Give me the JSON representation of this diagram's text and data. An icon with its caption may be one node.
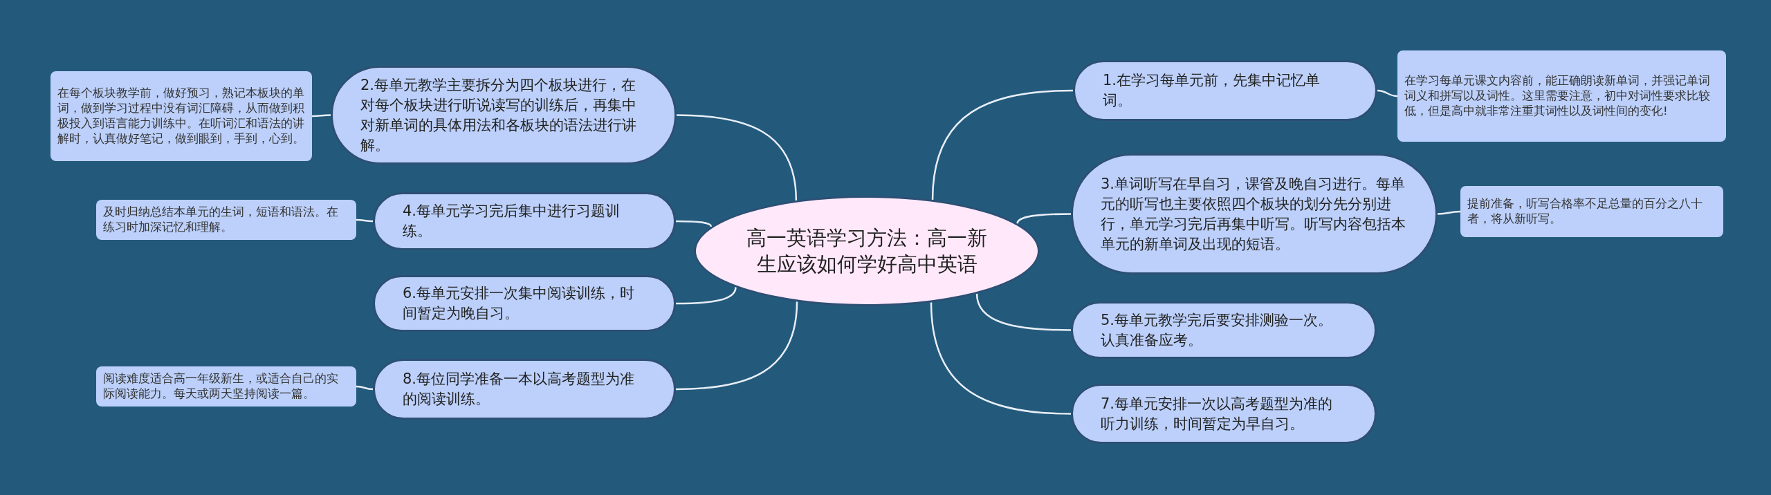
{
  "diagram": {
    "nodes": [
      {
        "text": [
          "高一英语学习方法：高一新生应该如何学好高中英语"
        ]
      },
      {
        "text": [
          "1.在学习每单元前，先集中记忆单词。"
        ]
      },
      {
        "text": [
          "在学习每单元课文内容前，能正确朗读新单词，并强记单词词义和拼写以及词性。这里需要注意，初中对词性要求比较低，但是高中就非常注重其词性以及词性间的变化!"
        ]
      },
      {
        "text": [
          "2.每单元教学主要拆分为四个板块进行，在对每个板块进行听说读写的训练后，再集中对新单词的具体用法和各板块的语法进行讲解。"
        ]
      },
      {
        "text": [
          "在每个板块教学前，做好预习，熟记本板块的单词，做到学习过程中没有词汇障碍，从而做到积极投入到语言能力训练中。在听词汇和语法的讲解时，认真做好笔记，做到眼到，手到，心到。"
        ]
      },
      {
        "text": [
          "3.单词听写在早自习，课管及晚自习进行。每单元的听写也主要依照四个板块的划分先分别进行，单元学习完后再集中听写。听写内容包括本单元的新单词及出现的短语。"
        ]
      },
      {
        "text": [
          "提前准备，听写合格率不足总量的百分之八十者，将从新听写。"
        ]
      },
      {
        "text": [
          "4.每单元学习完后集中进行习题训练。"
        ]
      },
      {
        "text": [
          "及时归纳总结本单元的生词，短语和语法。在练习时加深记忆和理解。"
        ]
      },
      {
        "text": [
          "5.每单元教学完后要安排测验一次。认真准备应考。"
        ]
      },
      {
        "text": [
          "6.每单元安排一次集中阅读训练，时间暂定为晚自习。"
        ]
      },
      {
        "text": [
          "7.每单元安排一次以高考题型为准的听力训练，时间暂定为早自习。"
        ]
      },
      {
        "text": [
          "8.每位同学准备一本以高考题型为准的阅读训练。"
        ]
      },
      {
        "text": [
          "阅读难度适合高一年级新生，或适合自己的实际阅读能力。每天或两天坚持阅读一篇。"
        ]
      }
    ],
    "edges": [
      {
        "from": 0,
        "to": 1,
        "arrow": "none"
      },
      {
        "from": 1,
        "to": 2,
        "arrow": "none"
      },
      {
        "from": 0,
        "to": 3,
        "arrow": "none"
      },
      {
        "from": 3,
        "to": 4,
        "arrow": "none"
      },
      {
        "from": 0,
        "to": 5,
        "arrow": "none"
      },
      {
        "from": 5,
        "to": 6,
        "arrow": "none"
      },
      {
        "from": 0,
        "to": 7,
        "arrow": "none"
      },
      {
        "from": 7,
        "to": 8,
        "arrow": "none"
      },
      {
        "from": 0,
        "to": 9,
        "arrow": "none"
      },
      {
        "from": 0,
        "to": 10,
        "arrow": "none"
      },
      {
        "from": 0,
        "to": 11,
        "arrow": "none"
      },
      {
        "from": 0,
        "to": 12,
        "arrow": "none"
      },
      {
        "from": 12,
        "to": 13,
        "arrow": "none"
      }
    ]
  }
}
